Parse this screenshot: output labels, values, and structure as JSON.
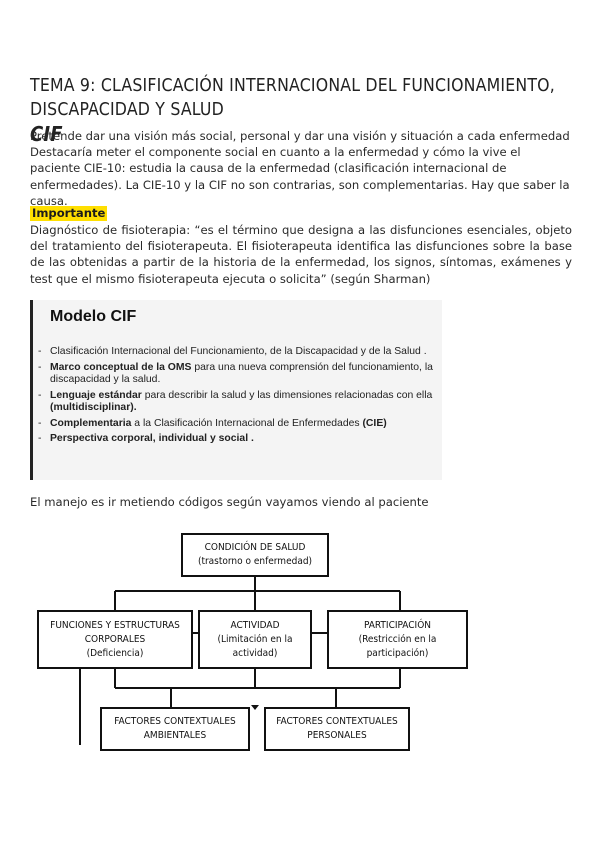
{
  "header": {
    "title_line1": "TEMA 9: CLASIFICACIÓN INTERNACIONAL DEL FUNCIONAMIENTO, DISCAPACIDAD Y SALUD",
    "title_line2": "CIF"
  },
  "intro": {
    "text": "Pretende dar una visión más social, personal y dar una visión y situación a cada enfermedad Destacaría meter el componente social en cuanto a la enfermedad y cómo la vive el paciente CIE-10: estudia la causa de la enfermedad (clasificación internacional de enfermedades). La CIE-10 y la CIF no son contrarias, son complementarias. Hay que saber la causa."
  },
  "important": {
    "label": "Importante",
    "text": "Diagnóstico de fisioterapia: “es el término que designa a las disfunciones esenciales, objeto del tratamiento del fisioterapeuta. El fisioterapeuta identifica las disfunciones sobre la base de las obtenidas a partir de la historia de la enfermedad, los signos, síntomas, exámenes y test que el mismo fisioterapeuta ejecuta o solicita” (según Sharman)"
  },
  "cif_model": {
    "title": "Modelo CIF",
    "items": [
      {
        "bold": "",
        "text": "Clasificación Internacional del Funcionamiento, de la Discapacidad y de la Salud ."
      },
      {
        "bold": "Marco conceptual de la OMS",
        "text": " para una nueva comprensión del funcionamiento, la discapacidad y la salud."
      },
      {
        "bold": "Lenguaje estándar",
        "text": " para describir la salud y las dimensiones relacionadas con ella ",
        "bold2": "(multidisciplinar)."
      },
      {
        "bold": "Complementaria",
        "text": " a la Clasificación Internacional de Enfermedades ",
        "bold2": "(CIE)"
      },
      {
        "bold": "Perspectiva corporal, individual y social .",
        "text": ""
      }
    ]
  },
  "management": {
    "text": "El manejo es ir metiendo códigos según vayamos viendo al paciente"
  },
  "diagram": {
    "health_condition": {
      "line1": "CONDICIÓN DE SALUD",
      "line2": "(trastorno o enfermedad)"
    },
    "functions": {
      "line1": "FUNCIONES Y ESTRUCTURAS",
      "line2": "CORPORALES",
      "line3": "(Deficiencia)"
    },
    "activity": {
      "line1": "ACTIVIDAD",
      "line2": "(Limitación en la actividad)"
    },
    "participation": {
      "line1": "PARTICIPACIÓN",
      "line2": "(Restricción en la participación)"
    },
    "env_factors": {
      "line1": "FACTORES CONTEXTUALES",
      "line2": "AMBIENTALES"
    },
    "personal_factors": {
      "line1": "FACTORES CONTEXTUALES",
      "line2": "PERSONALES"
    }
  }
}
